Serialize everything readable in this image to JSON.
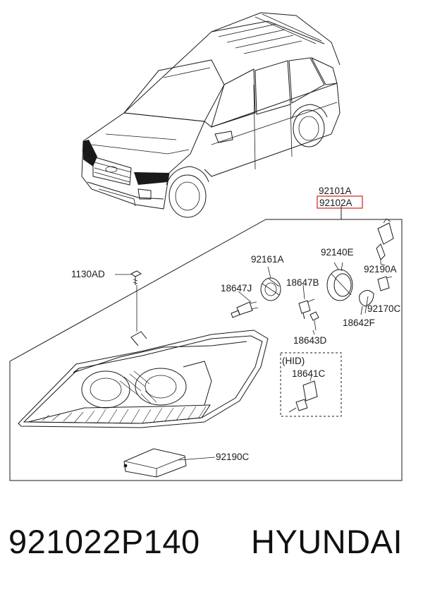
{
  "diagram": {
    "labels": {
      "p92101A": "92101A",
      "p92102A": "92102A",
      "p1130AD": "1130AD",
      "p92161A": "92161A",
      "p92140E": "92140E",
      "p92190A": "92190A",
      "p18647J": "18647J",
      "p18647B": "18647B",
      "p92170C": "92170C",
      "p18642F": "18642F",
      "p18643D": "18643D",
      "hid": "(HID)",
      "p18641C": "18641C",
      "p92190C": "92190C"
    },
    "highlight_color": "#d9302c"
  },
  "footer": {
    "part_number": "921022P140",
    "brand": "HYUNDAI"
  }
}
